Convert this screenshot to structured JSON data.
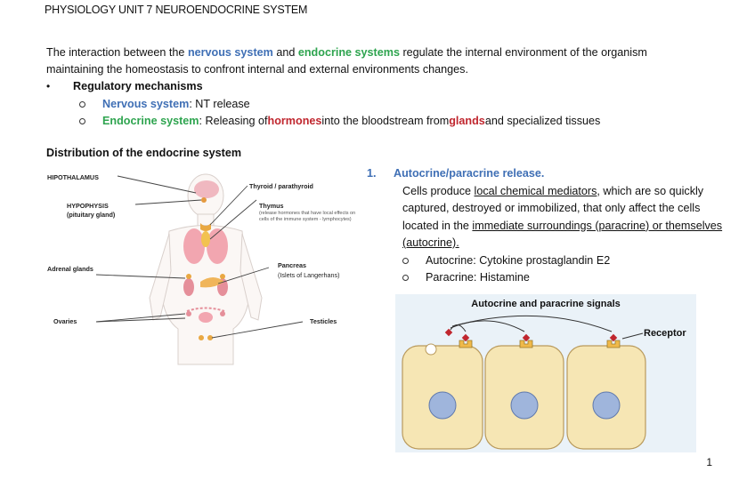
{
  "header": {
    "title": "PHYSIOLOGY UNIT 7 NEUROENDOCRINE SYSTEM"
  },
  "intro": {
    "p1": "The interaction between the ",
    "nervous": "nervous system",
    "and": " and ",
    "endocrine": "endocrine systems",
    "p2": " regulate the internal environment of the organism maintaining the homeostasis to confront internal and external environments changes."
  },
  "regulatory": {
    "title": "Regulatory mechanisms",
    "items": [
      {
        "term": "Nervous system",
        "rest": ": NT release"
      },
      {
        "term": "Endocrine system",
        "rest1": ": Releasing of ",
        "hormones": "hormones",
        "rest2": " into the bloodstream from ",
        "glands": "glands",
        "rest3": " and specialized tissues"
      }
    ]
  },
  "distribution": {
    "title": "Distribution of the endocrine system",
    "labels": {
      "hypothalamus": "HIPOTHALAMUS",
      "hypophysis": "HYPOPHYSIS",
      "pituitary": "(pituitary gland)",
      "adrenal": "Adrenal glands",
      "ovaries": "Ovaries",
      "thyroid": "Thyroid / parathyroid",
      "thymus": "Thymus",
      "thymus_note": "(release hormones that have local effects on cells of the immune system - lymphocytes)",
      "pancreas": "Pancreas",
      "pancreas_note": "(Islets of Langerhans)",
      "testicles": "Testicles"
    }
  },
  "autocrine": {
    "number": "1.",
    "heading": "Autocrine/paracrine release.",
    "text_a": "Cells produce ",
    "mediators": "local chemical mediators",
    "text_b": ", which are so quickly captured, destroyed or immobilized, that only affect the cells located in the ",
    "surroundings": "immediate surroundings (paracrine) or themselves (autocrine).",
    "items": [
      "Autocrine: Cytokine prostaglandin E2",
      "Paracrine: Histamine"
    ]
  },
  "signal_figure": {
    "title": "Autocrine and paracrine signals",
    "receptor": "Receptor"
  },
  "page_number": "1",
  "colors": {
    "blue": "#3f6fb5",
    "green": "#2ea44f",
    "red": "#c0262e",
    "cell_fill": "#f6e6b4",
    "figure_bg": "#eaf2f8"
  }
}
